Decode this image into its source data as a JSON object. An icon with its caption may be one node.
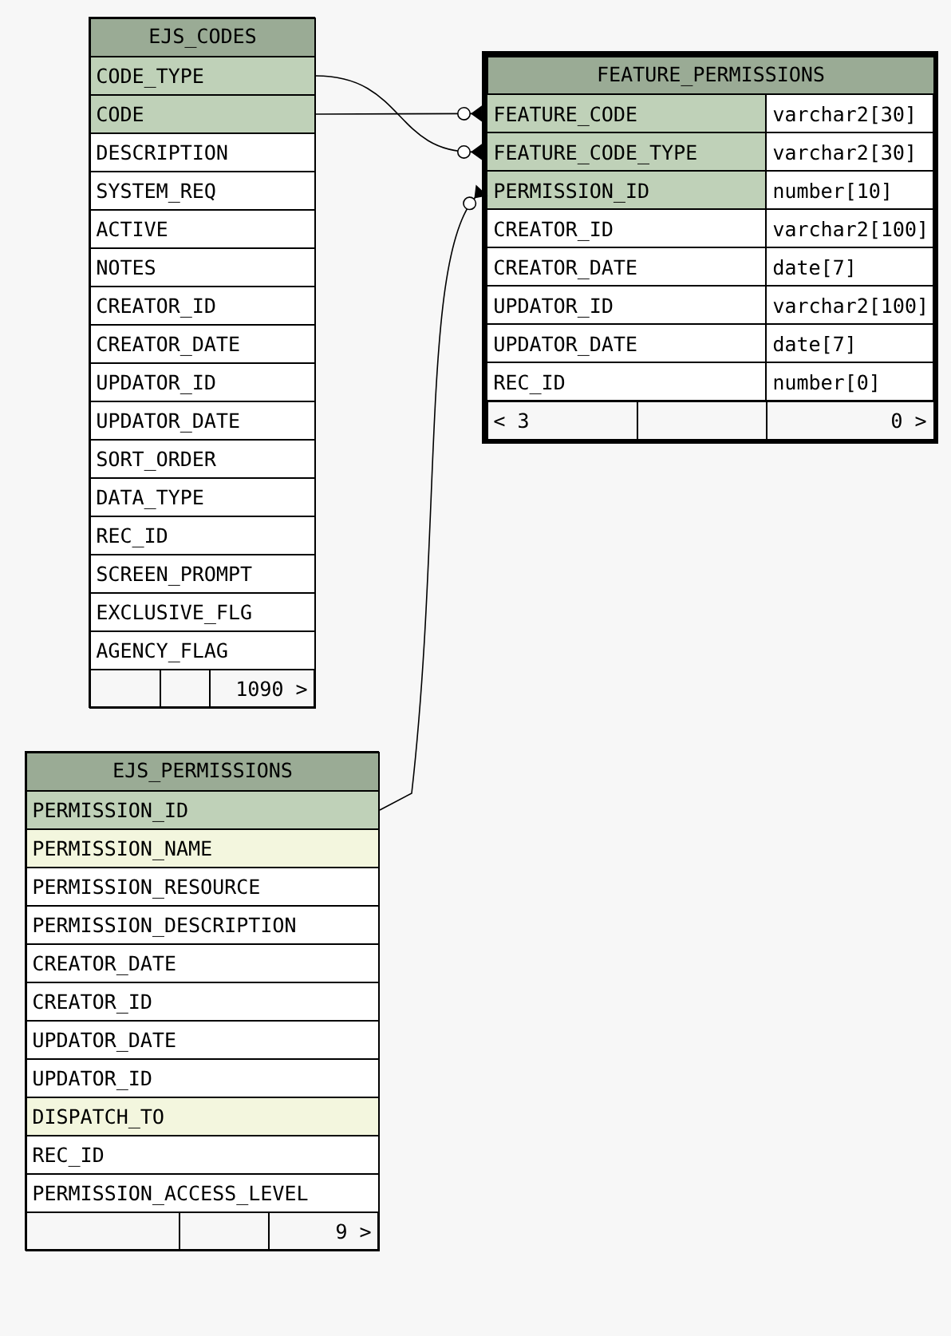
{
  "diagram": {
    "nodes": [
      {
        "text": [
          "EJS_CODES"
        ]
      },
      {
        "text": [
          "CODE_TYPE"
        ],
        "in": 0
      },
      {
        "text": [
          "CODE"
        ],
        "in": 0
      },
      {
        "text": [
          "DESCRIPTION"
        ],
        "in": 0
      },
      {
        "text": [
          "SYSTEM_REQ"
        ],
        "in": 0
      },
      {
        "text": [
          "ACTIVE"
        ],
        "in": 0
      },
      {
        "text": [
          "NOTES"
        ],
        "in": 0
      },
      {
        "text": [
          "CREATOR_ID"
        ],
        "in": 0
      },
      {
        "text": [
          "CREATOR_DATE"
        ],
        "in": 0
      },
      {
        "text": [
          "UPDATOR_ID"
        ],
        "in": 0
      },
      {
        "text": [
          "UPDATOR_DATE"
        ],
        "in": 0
      },
      {
        "text": [
          "SORT_ORDER"
        ],
        "in": 0
      },
      {
        "text": [
          "DATA_TYPE"
        ],
        "in": 0
      },
      {
        "text": [
          "REC_ID"
        ],
        "in": 0
      },
      {
        "text": [
          "SCREEN_PROMPT"
        ],
        "in": 0
      },
      {
        "text": [
          "EXCLUSIVE_FLG"
        ],
        "in": 0
      },
      {
        "text": [
          "AGENCY_FLAG"
        ],
        "in": 0
      },
      {
        "text": [],
        "shape": "box",
        "in": 0
      },
      {
        "text": [],
        "shape": "box",
        "in": 0
      },
      {
        "text": [
          "1090 >"
        ],
        "in": 0
      },
      {
        "text": [
          "FEATURE_PERMISSIONS"
        ]
      },
      {
        "text": [
          "FEATURE_CODE",
          "varchar2[30]"
        ],
        "in": 20
      },
      {
        "text": [
          "FEATURE_CODE_TYPE",
          "varchar2[30]"
        ],
        "in": 20
      },
      {
        "text": [
          "PERMISSION_ID",
          "number[10]"
        ],
        "in": 20
      },
      {
        "text": [
          "CREATOR_ID",
          "varchar2[100]"
        ],
        "in": 20
      },
      {
        "text": [
          "CREATOR_DATE",
          "date[7]"
        ],
        "in": 20
      },
      {
        "text": [
          "UPDATOR_ID",
          "varchar2[100]"
        ],
        "in": 20
      },
      {
        "text": [
          "UPDATOR_DATE",
          "date[7]"
        ],
        "in": 20
      },
      {
        "text": [
          "REC_ID",
          "number[0]"
        ],
        "in": 20
      },
      {
        "text": [
          "< 3"
        ],
        "in": 20
      },
      {
        "text": [],
        "shape": "box",
        "in": 20
      },
      {
        "text": [
          "0 >"
        ],
        "in": 20
      },
      {
        "text": [
          "EJS_PERMISSIONS"
        ]
      },
      {
        "text": [
          "PERMISSION_ID"
        ],
        "in": 32
      },
      {
        "text": [
          "PERMISSION_NAME"
        ],
        "in": 32
      },
      {
        "text": [
          "PERMISSION_RESOURCE"
        ],
        "in": 32
      },
      {
        "text": [
          "PERMISSION_DESCRIPTION"
        ],
        "in": 32
      },
      {
        "text": [
          "CREATOR_DATE"
        ],
        "in": 32
      },
      {
        "text": [
          "CREATOR_ID"
        ],
        "in": 32
      },
      {
        "text": [
          "UPDATOR_DATE"
        ],
        "in": 32
      },
      {
        "text": [
          "UPDATOR_ID"
        ],
        "in": 32
      },
      {
        "text": [
          "DISPATCH_TO"
        ],
        "in": 32
      },
      {
        "text": [
          "REC_ID"
        ],
        "in": 32
      },
      {
        "text": [
          "PERMISSION_ACCESS_LEVEL"
        ],
        "in": 32
      },
      {
        "text": [],
        "shape": "box",
        "in": 32
      },
      {
        "text": [],
        "shape": "box",
        "in": 32
      },
      {
        "text": [
          "9 >"
        ],
        "in": 32
      }
    ],
    "edges": [
      {
        "from": 2,
        "to": 21,
        "arrow": "other"
      },
      {
        "from": 1,
        "to": 22,
        "arrow": "other"
      },
      {
        "from": 33,
        "to": 23,
        "arrow": "other"
      }
    ]
  }
}
